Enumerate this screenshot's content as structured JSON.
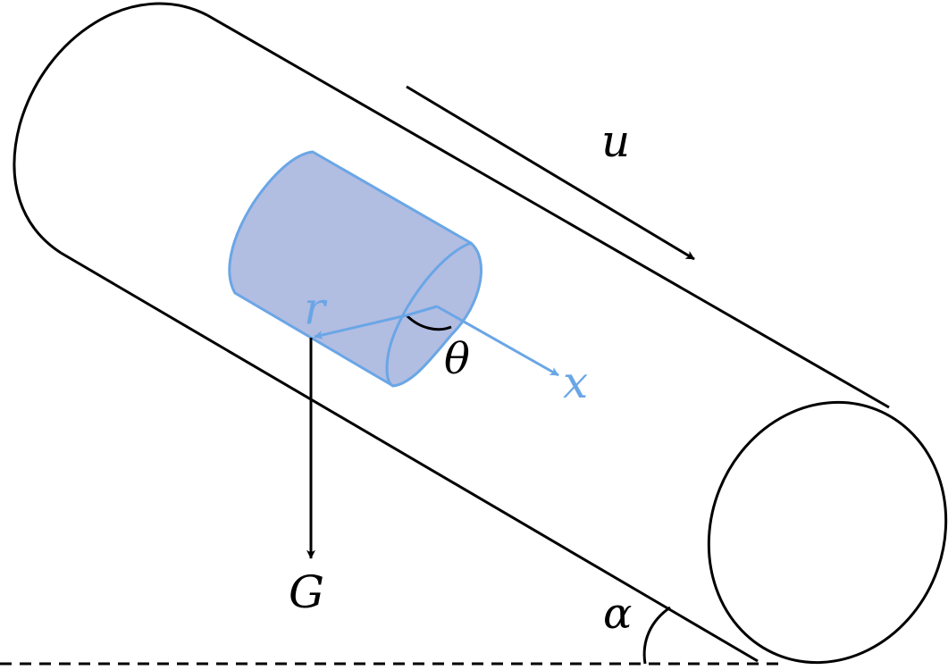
{
  "labels": {
    "u": "u",
    "r": "r",
    "theta": "θ",
    "x": "x",
    "g": "G",
    "alpha": "α"
  },
  "colors": {
    "outline": "#000000",
    "element_stroke": "#6aa6e6",
    "element_fill": "#b2bde2",
    "axis_blue": "#6aa6e6",
    "background": "#ffffff"
  }
}
